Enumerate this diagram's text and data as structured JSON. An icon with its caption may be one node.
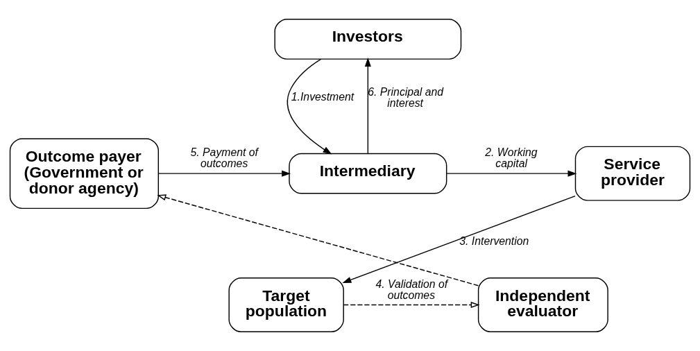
{
  "diagram": {
    "nodes": [
      {
        "text": [
          "Investors"
        ]
      },
      {
        "text": [
          "Outcome payer (Government or donor agency)"
        ]
      },
      {
        "text": [
          "Intermediary"
        ]
      },
      {
        "text": [
          "Service provider"
        ]
      },
      {
        "text": [
          "Independent evaluator"
        ]
      },
      {
        "text": [
          "Target population"
        ]
      }
    ],
    "edges": [
      {
        "from": 0,
        "to": 2,
        "arrow": "to",
        "label": "1.Investment"
      },
      {
        "from": 2,
        "to": 3,
        "arrow": "to",
        "label": "2. Working capital"
      },
      {
        "from": 3,
        "to": 5,
        "arrow": "to",
        "label": "3. Intervention"
      },
      {
        "from": 5,
        "to": 4,
        "arrow": "to",
        "label": "4. Validation of outcomes",
        "style": "dashed"
      },
      {
        "from": 4,
        "to": 1,
        "arrow": "to",
        "style": "dashed"
      },
      {
        "from": 1,
        "to": 2,
        "arrow": "to",
        "label": "5. Payment of outcomes"
      },
      {
        "from": 2,
        "to": 0,
        "arrow": "to",
        "label": "6. Principal and interest"
      }
    ]
  }
}
